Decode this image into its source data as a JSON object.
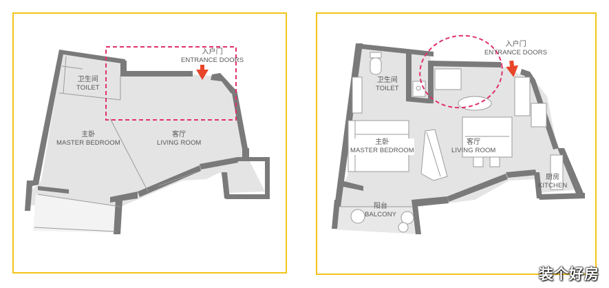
{
  "colors": {
    "frame": "#f2c417",
    "wall": "#7a7a7a",
    "floor": "#e4e4e4",
    "highlight": "#e0306c",
    "arrow": "#e8452a"
  },
  "before": {
    "entrance": {
      "zh": "入户门",
      "en": "ENTRANCE DOORS"
    },
    "toilet": {
      "zh": "卫生间",
      "en": "TOILET"
    },
    "master_bedroom": {
      "zh": "主卧",
      "en": "MASTER BEDROOM"
    },
    "living_room": {
      "zh": "客厅",
      "en": "LIVING ROOM"
    }
  },
  "after": {
    "entrance": {
      "zh": "入户门",
      "en": "ENTRANCE DOORS"
    },
    "toilet": {
      "zh": "卫生间",
      "en": "TOILET"
    },
    "master_bedroom": {
      "zh": "主卧",
      "en": "MASTER BEDROOM"
    },
    "living_room": {
      "zh": "客厅",
      "en": "LIVING ROOM"
    },
    "kitchen": {
      "zh": "厨房",
      "en": "KITCHEN"
    },
    "balcony": {
      "zh": "阳台",
      "en": "BALCONY"
    }
  },
  "watermark": "装个好房"
}
